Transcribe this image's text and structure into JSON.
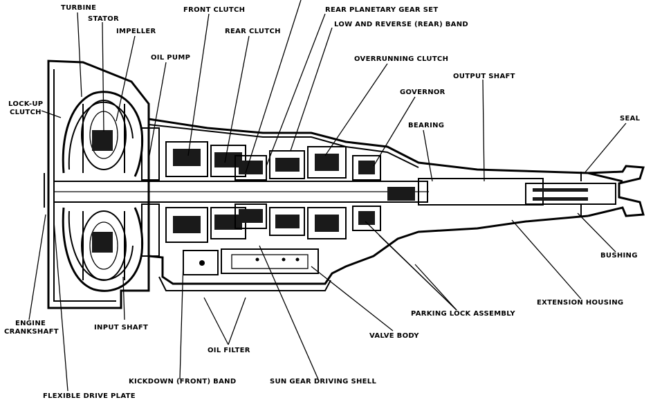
{
  "labels": {
    "turbine": "TURBINE",
    "stator": "STATOR",
    "impeller": "IMPELLER",
    "front_clutch": "FRONT CLUTCH",
    "rear_planetary": "REAR PLANETARY GEAR SET",
    "low_reverse_band": "LOW AND REVERSE (REAR) BAND",
    "rear_clutch": "REAR CLUTCH",
    "oil_pump": "OIL PUMP",
    "overrunning_clutch": "OVERRUNNING CLUTCH",
    "output_shaft": "OUTPUT SHAFT",
    "governor": "GOVERNOR",
    "lockup_clutch_1": "LOCK-UP",
    "lockup_clutch_2": "CLUTCH",
    "bearing": "BEARING",
    "seal": "SEAL",
    "bushing": "BUSHING",
    "extension_housing": "EXTENSION HOUSING",
    "parking_lock": "PARKING LOCK ASSEMBLY",
    "engine_crankshaft_1": "ENGINE",
    "engine_crankshaft_2": "CRANKSHAFT",
    "input_shaft": "INPUT SHAFT",
    "valve_body": "VALVE BODY",
    "oil_filter": "OIL FILTER",
    "kickdown_band": "KICKDOWN (FRONT) BAND",
    "sun_gear_shell": "SUN GEAR DRIVING SHELL",
    "flex_plate": "FLEXIBLE DRIVE PLATE"
  }
}
